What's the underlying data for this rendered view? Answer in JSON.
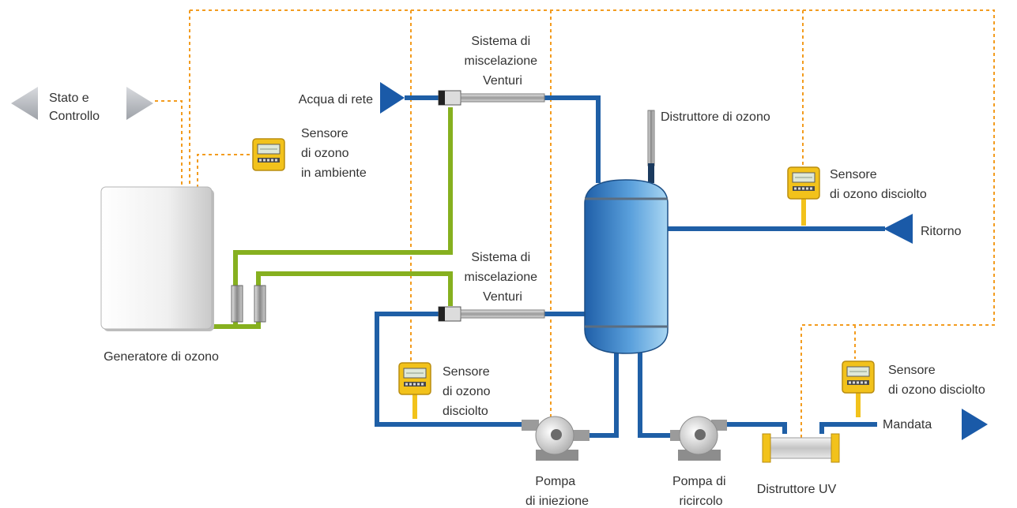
{
  "colors": {
    "water_pipe": "#1f5fa6",
    "ozone_pipe": "#86b01f",
    "control_line": "#f39c1f",
    "sensor_body": "#f2c21b",
    "tank": "#4a90d0",
    "arrow_blue": "#1a5aa8",
    "arrow_gray": "#b8bcc2"
  },
  "labels": {
    "status_control": [
      "Stato e",
      "Controllo"
    ],
    "ambient_sensor": [
      "Sensore",
      "di ozono",
      "in ambiente"
    ],
    "generator": "Generatore di ozono",
    "mains_water": "Acqua di rete",
    "venturi_top": [
      "Sistema di",
      "miscelazione",
      "Venturi"
    ],
    "venturi_bottom": [
      "Sistema di",
      "miscelazione",
      "Venturi"
    ],
    "ozone_destructor": "Distruttore di ozono",
    "dissolved_sensor_right": [
      "Sensore",
      "di ozono disciolto"
    ],
    "return": "Ritorno",
    "dissolved_sensor_left": [
      "Sensore",
      "di ozono",
      "disciolto"
    ],
    "dissolved_sensor_bottom": [
      "Sensore",
      "di ozono disciolto"
    ],
    "delivery": "Mandata",
    "injection_pump": [
      "Pompa",
      "di iniezione"
    ],
    "recirculation_pump": [
      "Pompa di",
      "ricircolo"
    ],
    "uv_destructor": "Distruttore UV"
  },
  "icons": {
    "left_arrow": "gray-left-arrow-icon",
    "right_arrow": "gray-right-arrow-icon",
    "sensor": "ozone-sensor-icon",
    "pump": "pump-icon",
    "inlet": "blue-arrow-icon"
  }
}
